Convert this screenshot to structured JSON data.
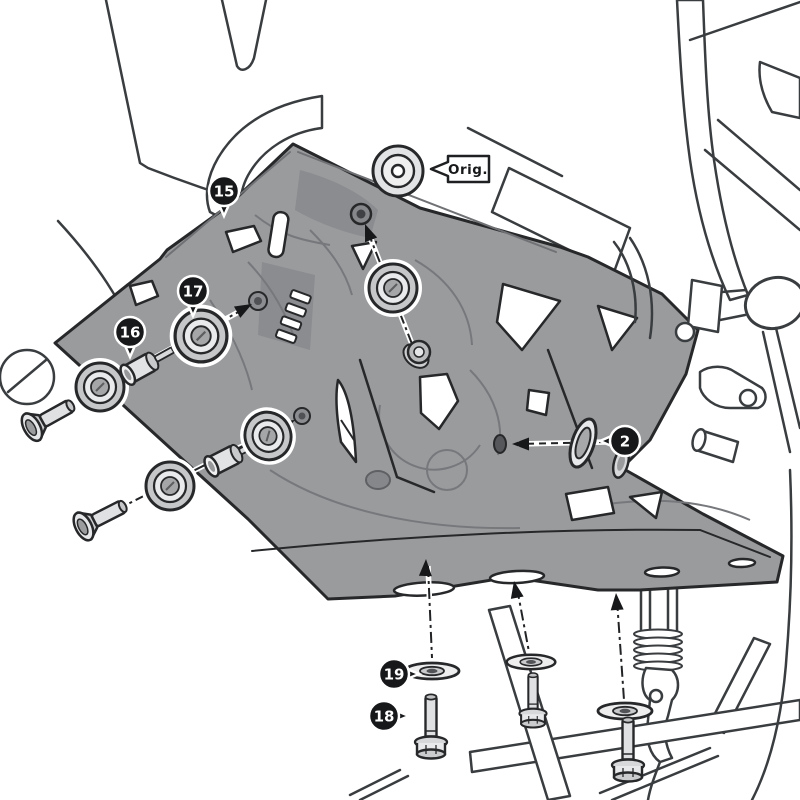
{
  "diagram": {
    "type": "exploded-parts-installation-diagram",
    "subject": "motorcycle-skid-plate-mounting",
    "background": "#ffffff",
    "plate_color": "#9a9b9d",
    "outline_color": "#26282a",
    "lineart_color": "#3a3d40",
    "badge_color": "#17181a"
  },
  "orig_tag": {
    "label": "Orig."
  },
  "callouts": [
    {
      "label": "15",
      "target": "skid-plate"
    },
    {
      "label": "17",
      "target": "grommet-washer"
    },
    {
      "label": "16",
      "target": "spacer-sleeve"
    },
    {
      "label": "2",
      "target": "side-grommet-mount"
    },
    {
      "label": "19",
      "target": "flat-washer"
    },
    {
      "label": "18",
      "target": "hex-flange-bolt"
    }
  ]
}
